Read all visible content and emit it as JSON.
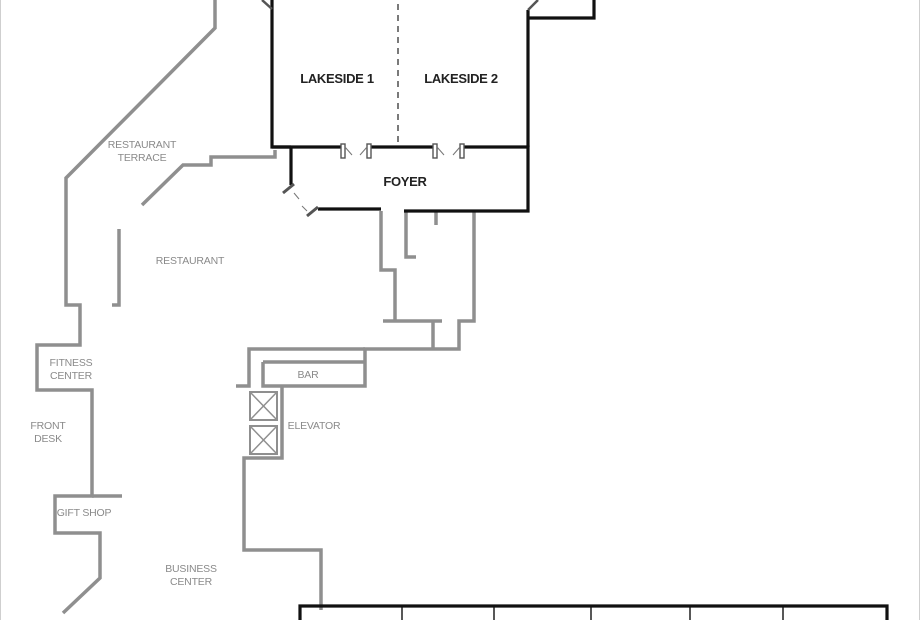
{
  "rooms": {
    "lakeside_1": "LAKESIDE 1",
    "lakeside_2": "LAKESIDE 2",
    "foyer": "FOYER"
  },
  "areas": {
    "restaurant_terrace": [
      "RESTAURANT",
      "TERRACE"
    ],
    "restaurant": "RESTAURANT",
    "fitness_center": [
      "FITNESS",
      "CENTER"
    ],
    "front_desk": [
      "FRONT",
      "DESK"
    ],
    "gift_shop": "GIFT SHOP",
    "bar": "BAR",
    "elevator": "ELEVATOR",
    "business_center": [
      "BUSINESS",
      "CENTER"
    ]
  },
  "colors": {
    "meeting_rooms_wall": "#111111",
    "public_area_wall": "#8f8f8f",
    "meeting_room_label": "#222222",
    "public_area_label": "#8a8a8a"
  }
}
